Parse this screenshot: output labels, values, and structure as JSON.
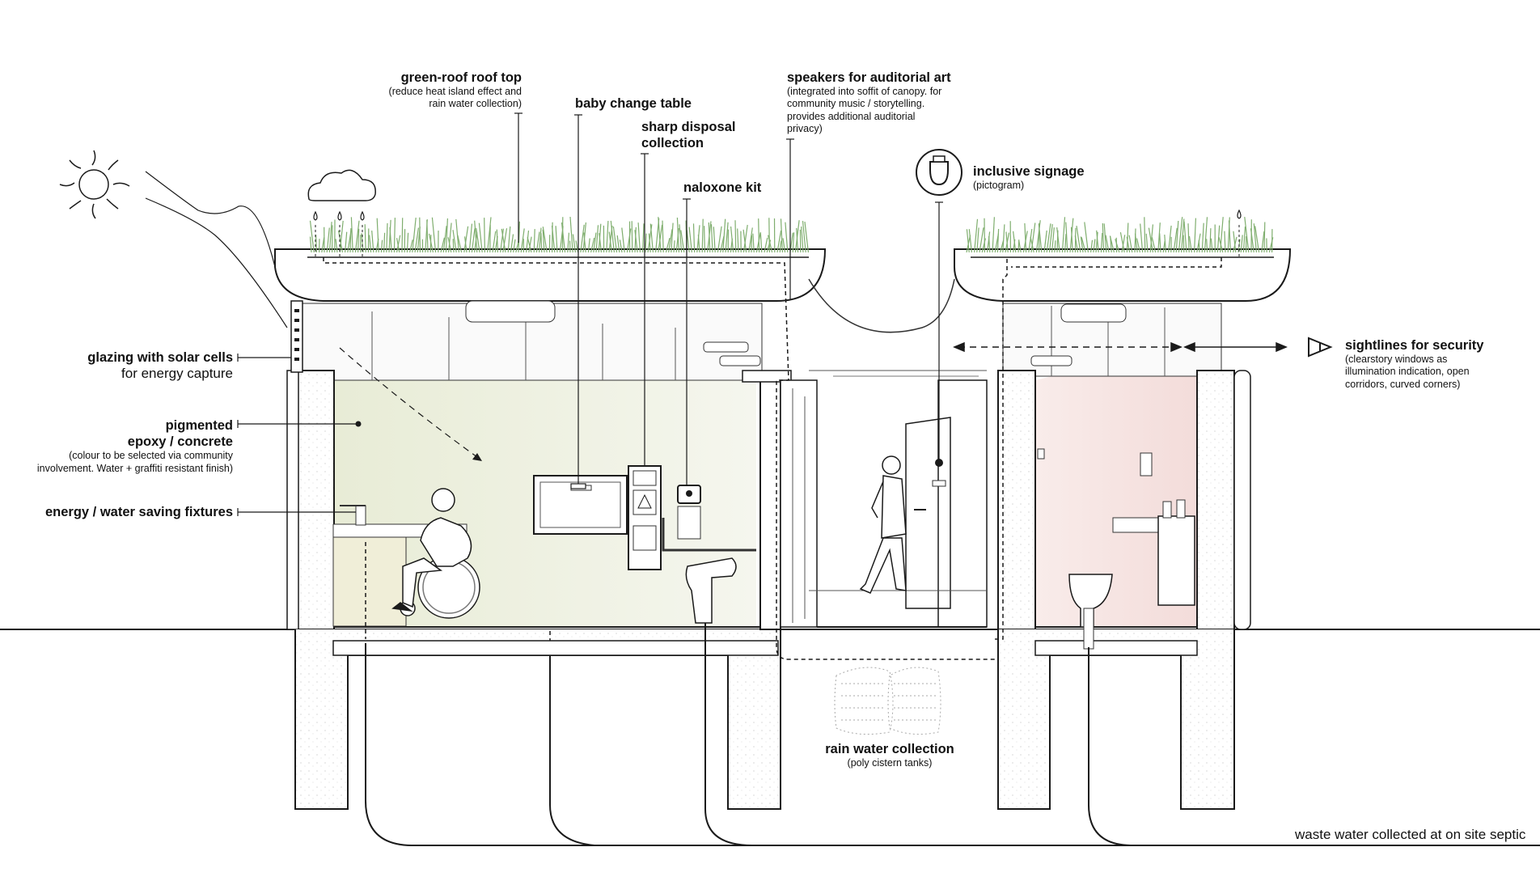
{
  "labels": {
    "green_roof": {
      "title": "green-roof roof top",
      "sub1": "(reduce heat island effect and",
      "sub2": "rain water collection)"
    },
    "baby_change": {
      "title": "baby change table"
    },
    "sharp_disposal": {
      "title1": "sharp disposal",
      "title2": "collection"
    },
    "naloxone": {
      "title": "naloxone kit"
    },
    "speakers": {
      "title": "speakers for auditorial art",
      "sub1": "(integrated into soffit of canopy. for",
      "sub2": "community music / storytelling.",
      "sub3": "provides additional auditorial",
      "sub4": "privacy)"
    },
    "signage": {
      "title": "inclusive signage",
      "sub": "(pictogram)"
    },
    "glazing": {
      "title": "glazing with solar cells",
      "sub": "for energy capture"
    },
    "epoxy": {
      "title1": "pigmented",
      "title2": "epoxy / concrete",
      "sub1": "(colour to be selected via community",
      "sub2": "involvement. Water + graffiti resistant finish)"
    },
    "fixtures": {
      "title": "energy / water saving fixtures"
    },
    "sightlines": {
      "title": "sightlines for security",
      "sub1": "(clearstory windows as",
      "sub2": "illumination indication, open",
      "sub3": "corridors, curved corners)"
    },
    "rainwater": {
      "title": "rain water collection",
      "sub": "(poly cistern tanks)"
    },
    "wastewater": {
      "text": "waste water collected at on site septic"
    }
  },
  "colors": {
    "line": "#1a1a1a",
    "green": "#7fae6e",
    "wall_tint": "#eef0e0",
    "pink_tint": "#f7e6e4"
  },
  "icons": [
    "sun-icon",
    "cloud-icon",
    "rain-drop-icon",
    "eye-icon",
    "signage-pictogram-icon",
    "naloxone-kit-icon",
    "sharps-container-icon"
  ]
}
